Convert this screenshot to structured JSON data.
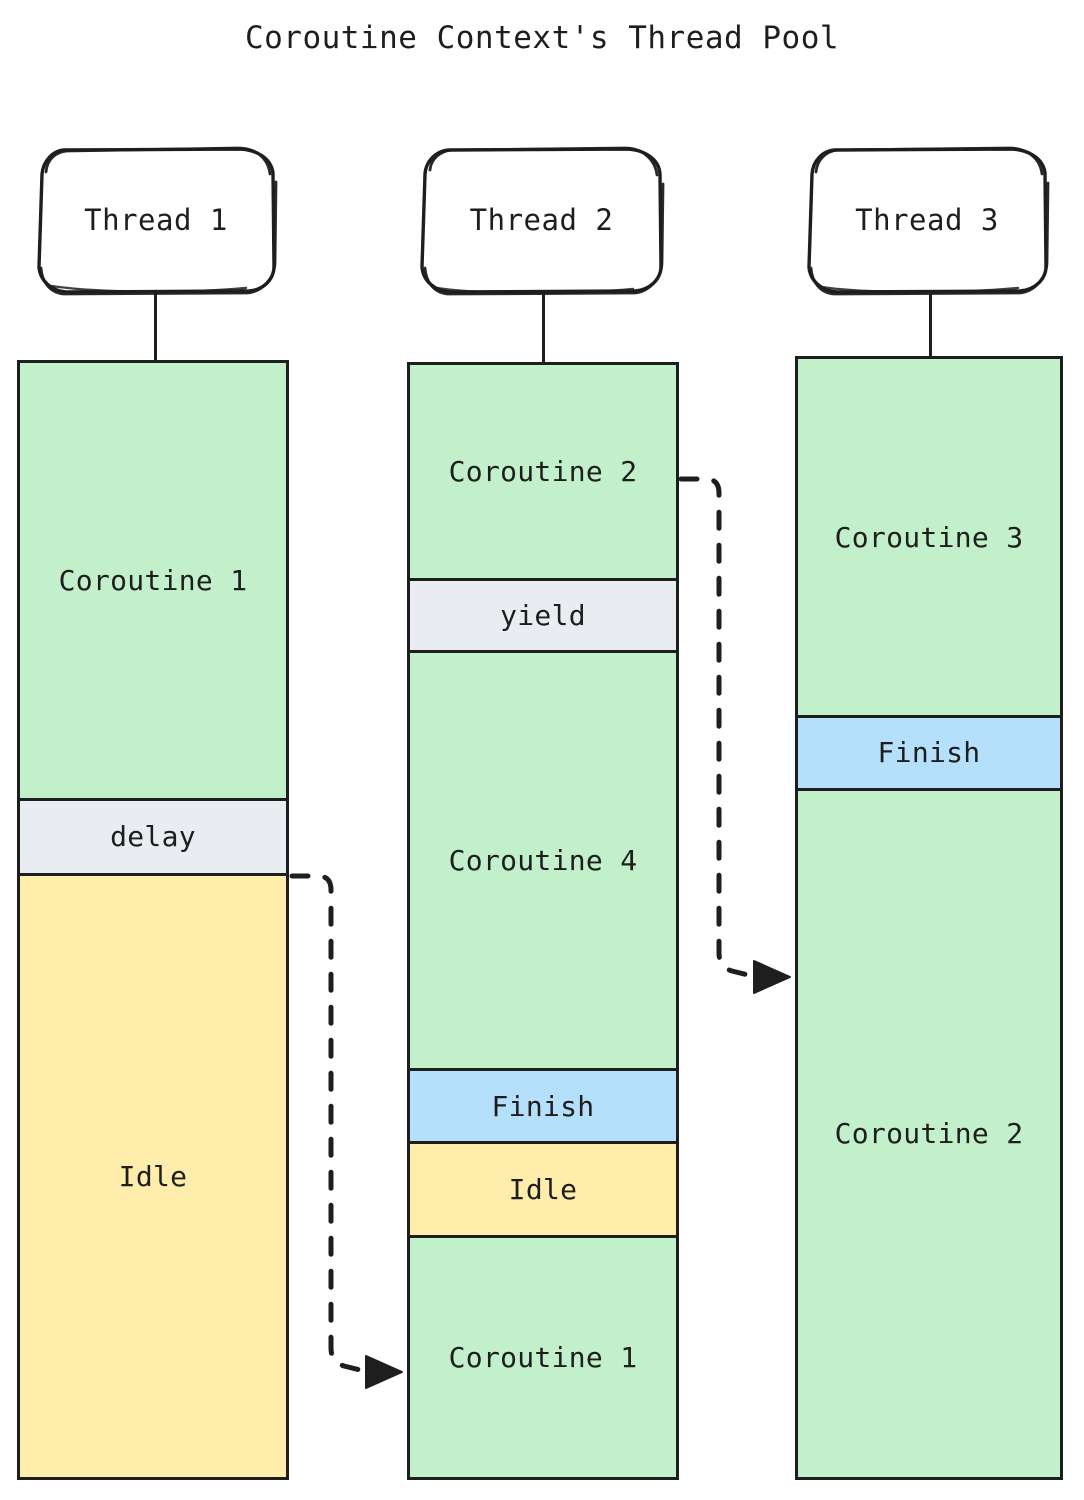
{
  "title": "Coroutine Context's Thread Pool",
  "palette": {
    "running": "#c2f0ca",
    "suspend": "#e9edf1",
    "idle": "#ffeeab",
    "finish": "#b5e0fc",
    "stroke": "#1e1e1e",
    "background": "#ffffff"
  },
  "threads": [
    {
      "name": "Thread 1",
      "segments": [
        {
          "label": "Coroutine 1",
          "kind": "running"
        },
        {
          "label": "delay",
          "kind": "suspend"
        },
        {
          "label": "Idle",
          "kind": "idle"
        }
      ]
    },
    {
      "name": "Thread 2",
      "segments": [
        {
          "label": "Coroutine 2",
          "kind": "running"
        },
        {
          "label": "yield",
          "kind": "suspend"
        },
        {
          "label": "Coroutine 4",
          "kind": "running"
        },
        {
          "label": "Finish",
          "kind": "finish"
        },
        {
          "label": "Idle",
          "kind": "idle"
        },
        {
          "label": "Coroutine 1",
          "kind": "running"
        }
      ]
    },
    {
      "name": "Thread 3",
      "segments": [
        {
          "label": "Coroutine 3",
          "kind": "running"
        },
        {
          "label": "Finish",
          "kind": "finish"
        },
        {
          "label": "Coroutine 2",
          "kind": "running"
        }
      ]
    }
  ],
  "arrows": [
    {
      "from": "Thread 1 delay",
      "to": "Thread 2 Coroutine 1",
      "style": "dashed"
    },
    {
      "from": "Thread 2 Coroutine 2",
      "to": "Thread 3 Coroutine 2",
      "style": "dashed"
    }
  ]
}
